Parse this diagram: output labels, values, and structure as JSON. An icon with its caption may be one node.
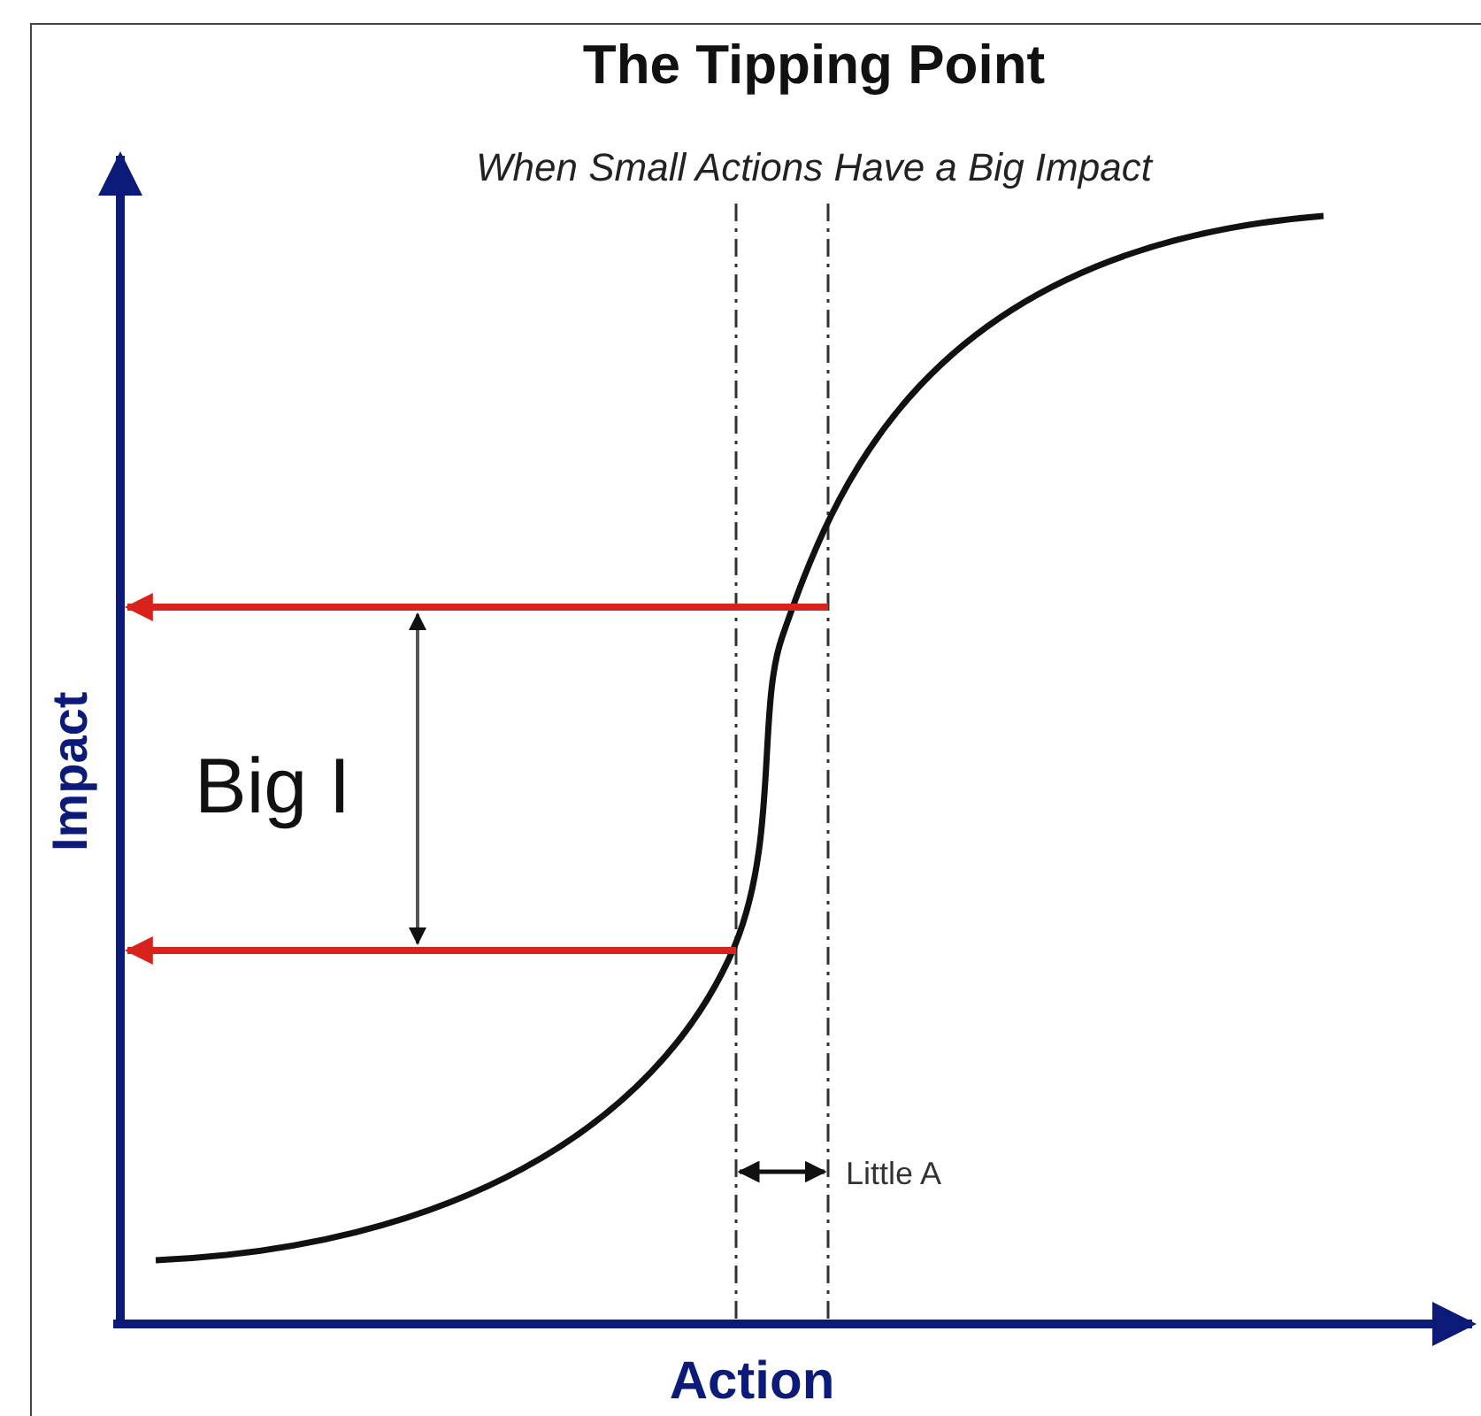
{
  "diagram": {
    "title": "The Tipping Point",
    "caption": "When Small Actions Have a Big Impact",
    "labels": [
      "Big I",
      "Little A",
      "Impact",
      "Action"
    ]
  }
}
